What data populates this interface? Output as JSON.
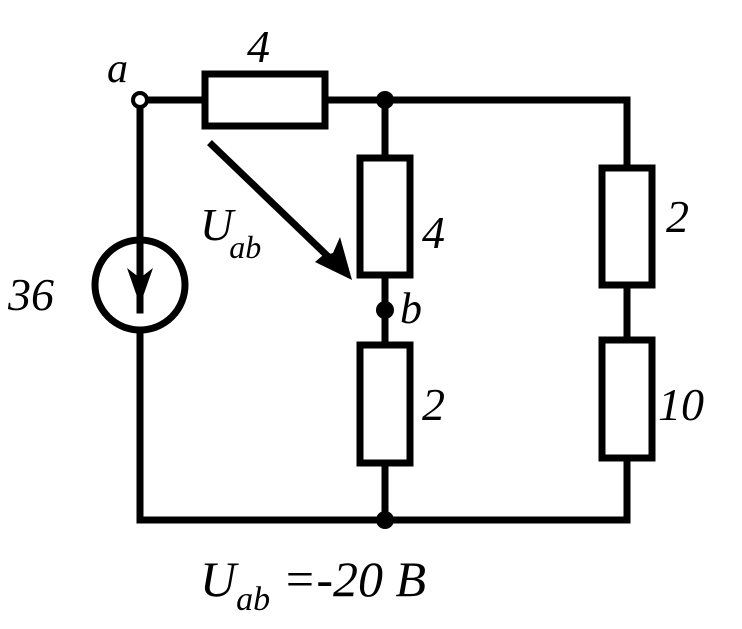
{
  "nodes": {
    "a": "a",
    "b": "b"
  },
  "resistors": {
    "top": "4",
    "middle_upper": "4",
    "middle_lower": "2",
    "right_upper": "2",
    "right_lower": "10"
  },
  "source": {
    "value": "36",
    "kind": "current-source",
    "direction": "down"
  },
  "voltage_arrow": {
    "main": "U",
    "sub": "ab"
  },
  "result": {
    "main": "U",
    "sub": "ab",
    "rest": " =-20 B"
  },
  "colors": {
    "ink": "#000000",
    "background": "#ffffff"
  }
}
